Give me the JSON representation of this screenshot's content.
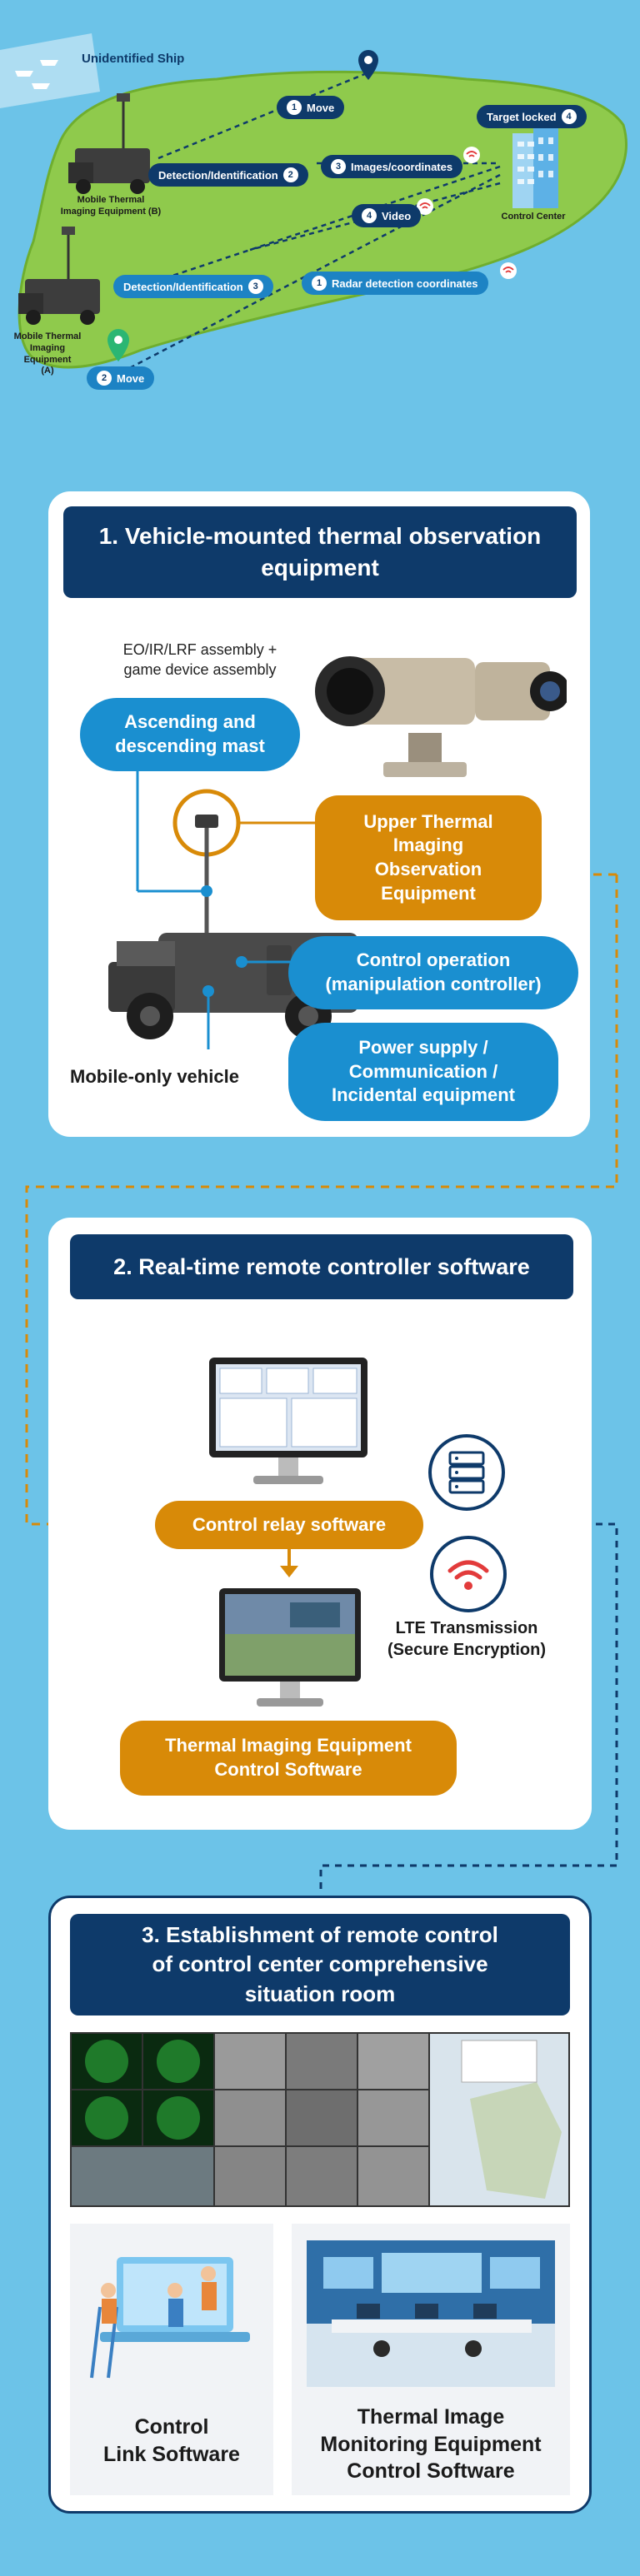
{
  "map": {
    "unidentified_ship": "Unidentified Ship",
    "target_locked": "Target locked",
    "target_locked_num": "4",
    "move_top": "Move",
    "move_top_num": "1",
    "detection_b": "Detection/Identification",
    "detection_b_num": "2",
    "images_coords": "Images/coordinates",
    "images_coords_num": "3",
    "video": "Video",
    "video_num": "4",
    "vehicle_b_label": "Mobile Thermal\nImaging Equipment (B)",
    "control_center": "Control Center",
    "detection_a": "Detection/Identification",
    "detection_a_num": "3",
    "radar": "Radar detection coordinates",
    "radar_num": "1",
    "vehicle_a_label": "Mobile Thermal\nImaging\nEquipment\n(A)",
    "move_bottom": "Move",
    "move_bottom_num": "2"
  },
  "section1": {
    "title": "1. Vehicle-mounted thermal observation equipment",
    "eo_label": "EO/IR/LRF assembly +\ngame device assembly",
    "mast": "Ascending and\ndescending mast",
    "upper_thermal": "Upper Thermal\nImaging\nObservation\nEquipment",
    "control_operation": "Control operation\n(manipulation controller)",
    "power_supply": "Power supply /\nCommunication /\nIncidental equipment",
    "vehicle": "Mobile-only vehicle"
  },
  "section2": {
    "title": "2. Real-time remote controller software",
    "relay": "Control relay software",
    "lte": "LTE Transmission\n(Secure Encryption)",
    "thermal_control": "Thermal Imaging Equipment\nControl Software"
  },
  "section3": {
    "title": "3. Establishment of remote control\nof control center comprehensive\nsituation room",
    "control_link": "Control\nLink Software",
    "thermal_monitoring": "Thermal Image\nMonitoring Equipment\nControl Software"
  },
  "colors": {
    "background": "#6cc3e8",
    "navy": "#0e3a6a",
    "blue": "#1a8fd0",
    "gold": "#d88a08",
    "island": "#8fca4c"
  }
}
